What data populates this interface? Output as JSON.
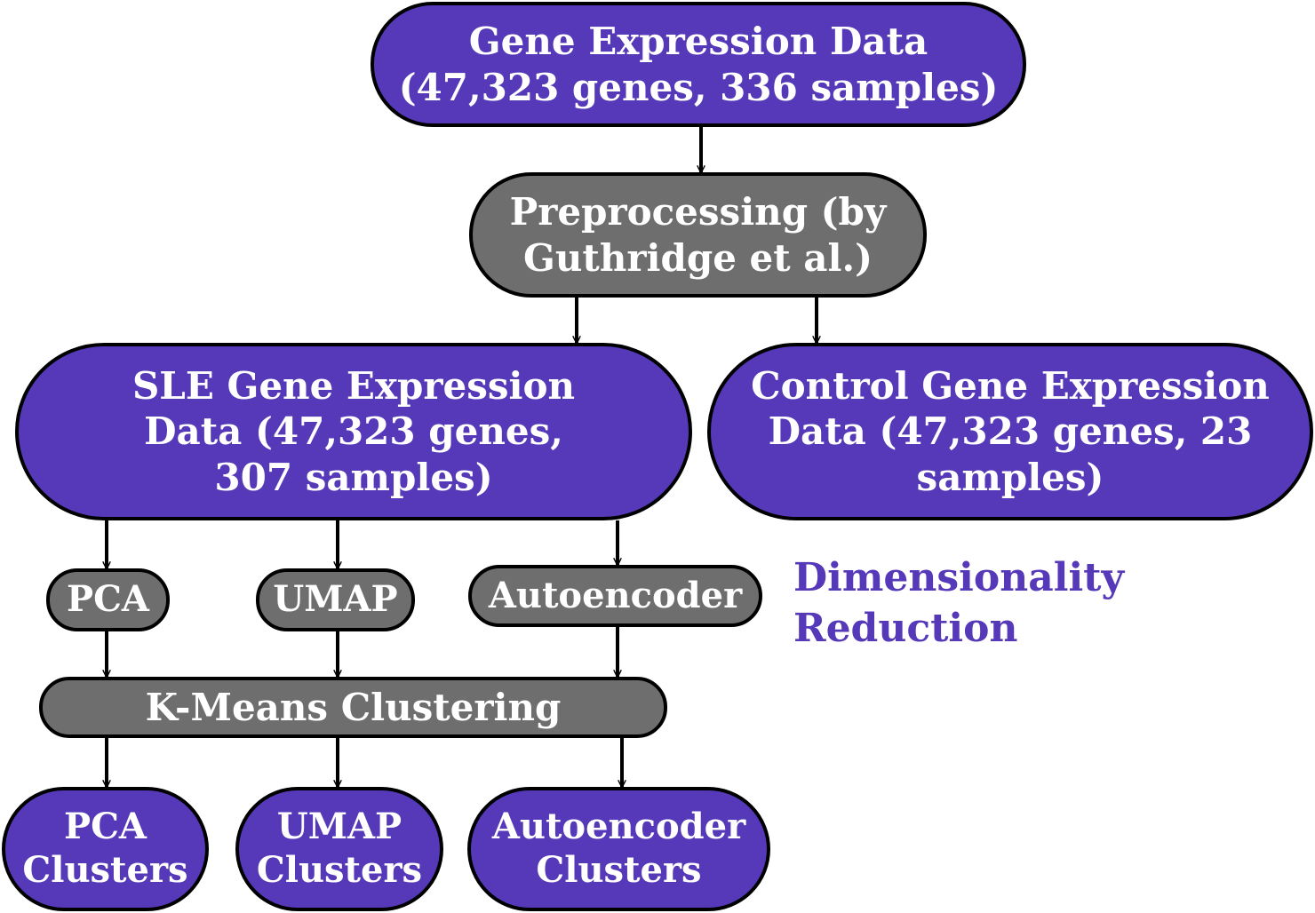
{
  "colors": {
    "data_node": "#5639b8",
    "process_node": "#6e6e6e",
    "border": "#000000",
    "node_text": "#ffffff",
    "annotation_text": "#5639b8"
  },
  "nodes": {
    "gene_expression_data": "Gene Expression Data\n(47,323 genes, 336 samples)",
    "preprocessing": "Preprocessing (by\nGuthridge et al.)",
    "sle_data": "SLE Gene Expression\nData (47,323 genes,\n307 samples)",
    "control_data": "Control Gene Expression\nData (47,323 genes, 23\nsamples)",
    "pca": "PCA",
    "umap": "UMAP",
    "autoencoder": "Autoencoder",
    "kmeans": "K-Means Clustering",
    "pca_clusters": "PCA\nClusters",
    "umap_clusters": "UMAP\nClusters",
    "autoencoder_clusters": "Autoencoder\nClusters"
  },
  "annotation": {
    "dimensionality_reduction": "Dimensionality\nReduction"
  }
}
